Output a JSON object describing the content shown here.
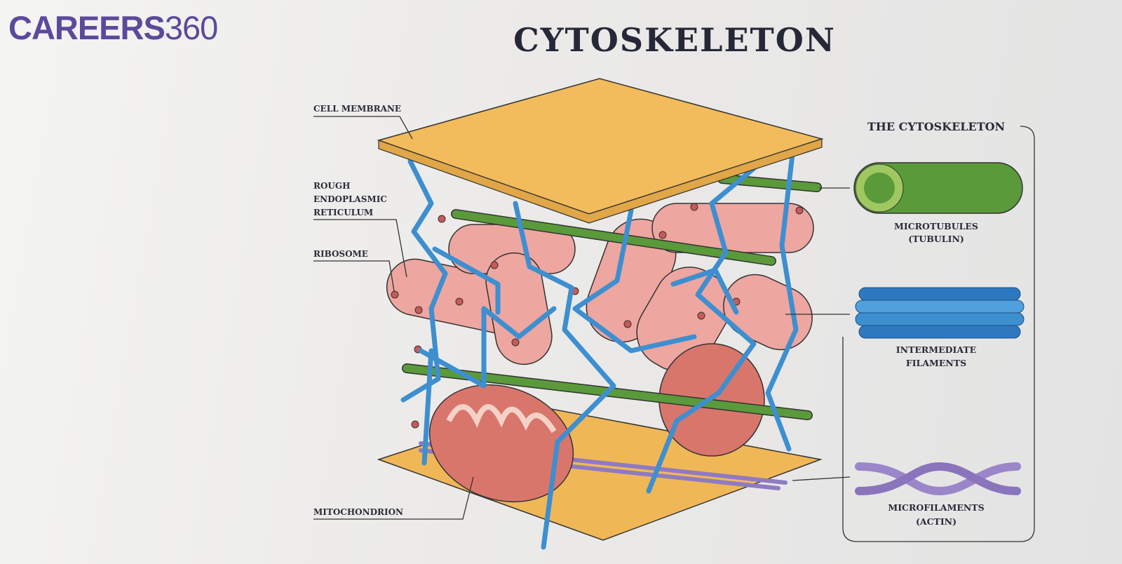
{
  "logo": {
    "bold": "CAREERS",
    "light": "360"
  },
  "title": "CYTOSKELETON",
  "labels": {
    "cell_membrane": "CELL MEMBRANE",
    "rer_1": "ROUGH",
    "rer_2": "ENDOPLASMIC",
    "rer_3": "RETICULUM",
    "ribosome": "RIBOSOME",
    "mitochondrion": "MITOCHONDRION"
  },
  "panel": {
    "title": "THE CYTOSKELETON",
    "microtubules_1": "MICROTUBULES",
    "microtubules_2": "(TUBULIN)",
    "intermediate_1": "INTERMEDIATE",
    "intermediate_2": "FILAMENTS",
    "microfilaments_1": "MICROFILAMENTS",
    "microfilaments_2": "(ACTIN)"
  },
  "colors": {
    "brand": "#5b4a9b",
    "membrane": "#f2b95a",
    "er": "#eea6a0",
    "microtubule": "#5a9a3a",
    "intermediate": "#3d8fd0",
    "actin": "#9a86c8"
  }
}
